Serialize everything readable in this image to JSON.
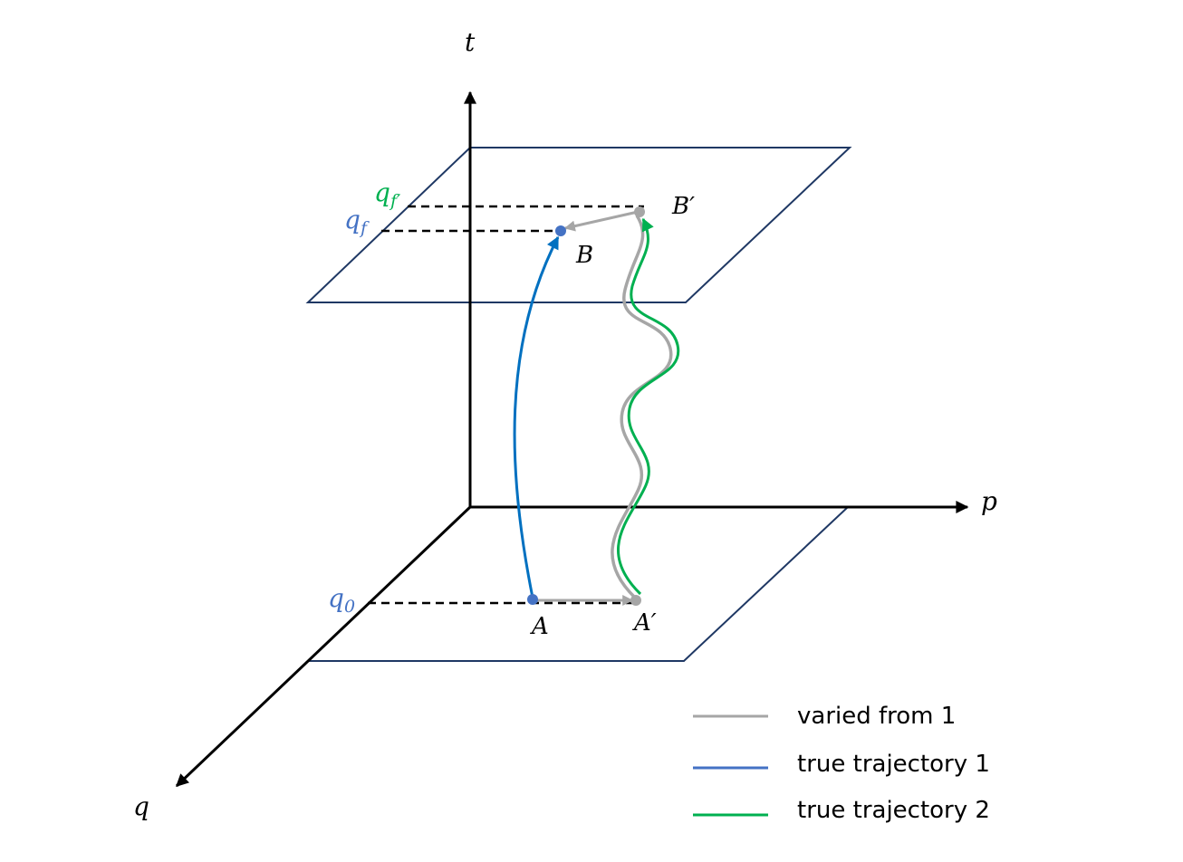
{
  "axes": {
    "t": "t",
    "p": "p",
    "q": "q"
  },
  "points": {
    "A": "A",
    "A_prime": "A′",
    "B": "B",
    "B_prime": "B′"
  },
  "q_labels": {
    "q0": {
      "base": "q",
      "sub": "0"
    },
    "qf": {
      "base": "q",
      "sub": "f"
    },
    "qf_prime": {
      "base": "q",
      "sub": "f′"
    }
  },
  "legend": [
    {
      "label": "varied from 1",
      "color": "#a6a6a6"
    },
    {
      "label": "true trajectory 1",
      "color": "#4472c4"
    },
    {
      "label": "true trajectory 2",
      "color": "#00b050"
    }
  ],
  "colors": {
    "plane": "#1f3864",
    "trajectory_1": "#0070c0",
    "trajectory_2": "#00b050",
    "varied": "#a6a6a6",
    "q0_label": "#4472c4",
    "qf_label": "#4472c4",
    "qf_prime_label": "#00b050"
  }
}
